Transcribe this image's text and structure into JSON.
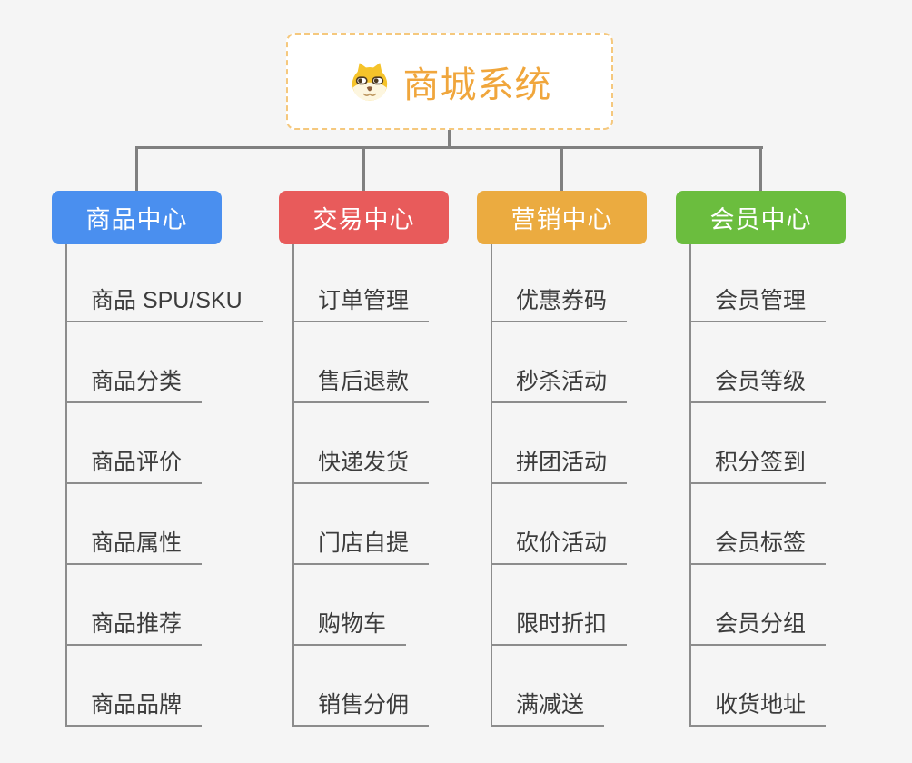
{
  "root": {
    "title": "商城系统",
    "icon": "shiba-dog-face",
    "title_color": "#f0a63c",
    "border_color": "#f5c87d"
  },
  "connector_color": "#808080",
  "background_color": "#f5f5f5",
  "item_text_color": "#3c3c3c",
  "branches": [
    {
      "label": "商品中心",
      "color": "#4a8fef",
      "items": [
        "商品 SPU/SKU",
        "商品分类",
        "商品评价",
        "商品属性",
        "商品推荐",
        "商品品牌"
      ]
    },
    {
      "label": "交易中心",
      "color": "#e85b5b",
      "items": [
        "订单管理",
        "售后退款",
        "快递发货",
        "门店自提",
        "购物车",
        "销售分佣"
      ]
    },
    {
      "label": "营销中心",
      "color": "#ebab40",
      "items": [
        "优惠券码",
        "秒杀活动",
        "拼团活动",
        "砍价活动",
        "限时折扣",
        "满减送"
      ]
    },
    {
      "label": "会员中心",
      "color": "#6bbd3e",
      "items": [
        "会员管理",
        "会员等级",
        "积分签到",
        "会员标签",
        "会员分组",
        "收货地址"
      ]
    }
  ]
}
